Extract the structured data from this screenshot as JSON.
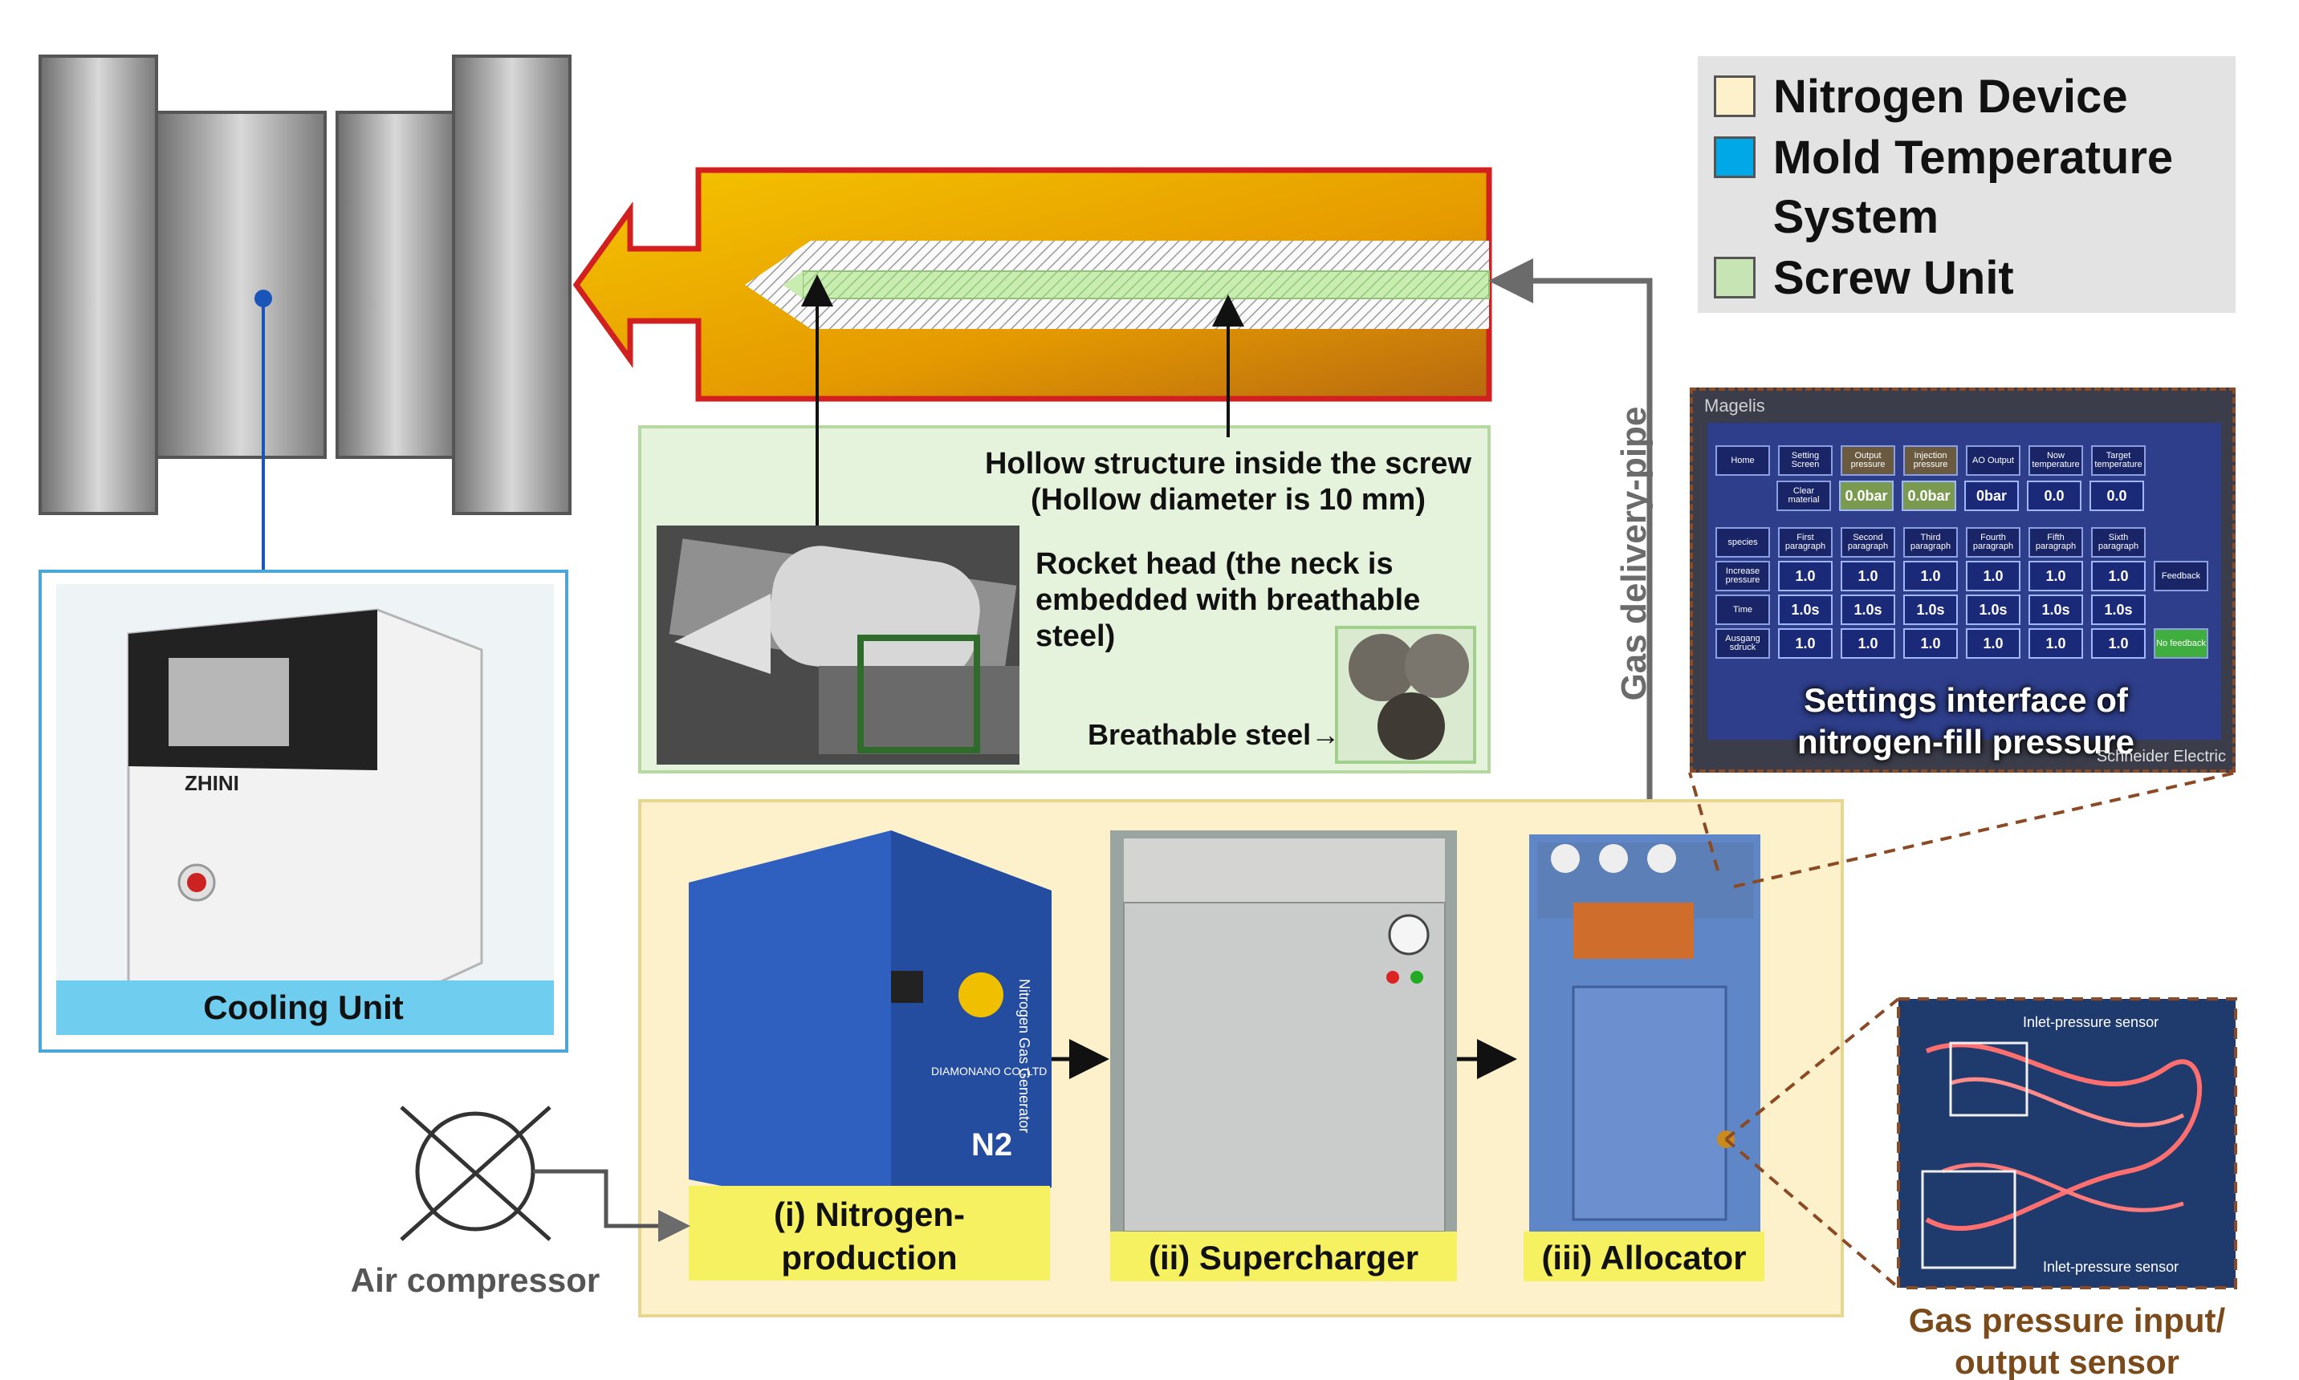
{
  "legend": {
    "items": [
      {
        "label": "Nitrogen Device",
        "color": "#fdf1cc"
      },
      {
        "label": "Mold Temperature System",
        "color": "#00a8e8"
      },
      {
        "label": "Screw Unit",
        "color": "#c7e5b4"
      }
    ]
  },
  "labels": {
    "hollow_structure": "Hollow structure inside the screw",
    "hollow_diameter": "(Hollow diameter is 10 mm)",
    "rocket_head": "Rocket head (the neck is embedded with breathable steel)",
    "breathable_steel": "Breathable steel→",
    "gas_pipe": "Gas delivery-pipe",
    "cooling_unit": "Cooling Unit",
    "air_compressor": "Air compressor",
    "nitrogen_production": "(i) Nitrogen-production",
    "supercharger": "(ii) Supercharger",
    "allocator": "(iii) Allocator",
    "settings_interface": "Settings interface of nitrogen-fill pressure",
    "magelis": "Magelis",
    "schneider": "Schneider Electric",
    "sensor_caption": "Gas pressure input/ output sensor",
    "inlet_sensor_top": "Inlet-pressure sensor",
    "inlet_sensor_bottom": "Inlet-pressure sensor",
    "n2_brand": "Nitrogen Gas Generator",
    "n2_company": "DIAMONANO CO.,LTD",
    "n2_mark": "N2",
    "cooler_brand": "ZHINI"
  },
  "hmi": {
    "buttons": [
      "Home",
      "Setting Screen",
      "Clear material"
    ],
    "headers": [
      "Output pressure",
      "Injection pressure",
      "AO Output",
      "Now temperature",
      "Target temperature"
    ],
    "top_values": [
      "0.0bar",
      "0.0bar",
      "0bar",
      "0.0",
      "0.0"
    ],
    "columns": [
      "First paragraph",
      "Second paragraph",
      "Third paragraph",
      "Fourth paragraph",
      "Fifth paragraph",
      "Sixth paragraph"
    ],
    "rows": [
      {
        "name": "Increase pressure",
        "values": [
          "1.0",
          "1.0",
          "1.0",
          "1.0",
          "1.0",
          "1.0"
        ]
      },
      {
        "name": "Time",
        "values": [
          "1.0s",
          "1.0s",
          "1.0s",
          "1.0s",
          "1.0s",
          "1.0s"
        ]
      },
      {
        "name": "Ausgang sdruck",
        "values": [
          "1.0",
          "1.0",
          "1.0",
          "1.0",
          "1.0",
          "1.0"
        ]
      }
    ],
    "species": "species",
    "feedback": "Feedback",
    "no_feedback": "No feedback"
  },
  "colors": {
    "screw_outer": "#f2b400",
    "screw_border": "#d21f1f",
    "nitrogen_device_bg": "#fdf1cc",
    "mold_temp_blue": "#00a8e8",
    "screw_green_bg": "#e6f3dc",
    "label_yellow": "#f6f160",
    "sensor_brown": "#7a4a1a"
  }
}
